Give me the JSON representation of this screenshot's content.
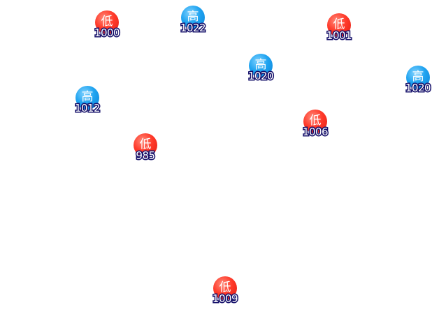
{
  "markers": [
    {
      "type": "low",
      "label": "低",
      "value": "1000"
    },
    {
      "type": "high",
      "label": "高",
      "value": "1022"
    },
    {
      "type": "low",
      "label": "低",
      "value": "1001"
    },
    {
      "type": "high",
      "label": "高",
      "value": "1020"
    },
    {
      "type": "high",
      "label": "高",
      "value": "1020"
    },
    {
      "type": "high",
      "label": "高",
      "value": "1012"
    },
    {
      "type": "low",
      "label": "低",
      "value": "1006"
    },
    {
      "type": "low",
      "label": "低",
      "value": "985"
    },
    {
      "type": "low",
      "label": "低",
      "value": "1009"
    }
  ],
  "colors": {
    "low": "#ff3a2a",
    "high": "#1fa3f0",
    "value_outline": "#15106a"
  }
}
